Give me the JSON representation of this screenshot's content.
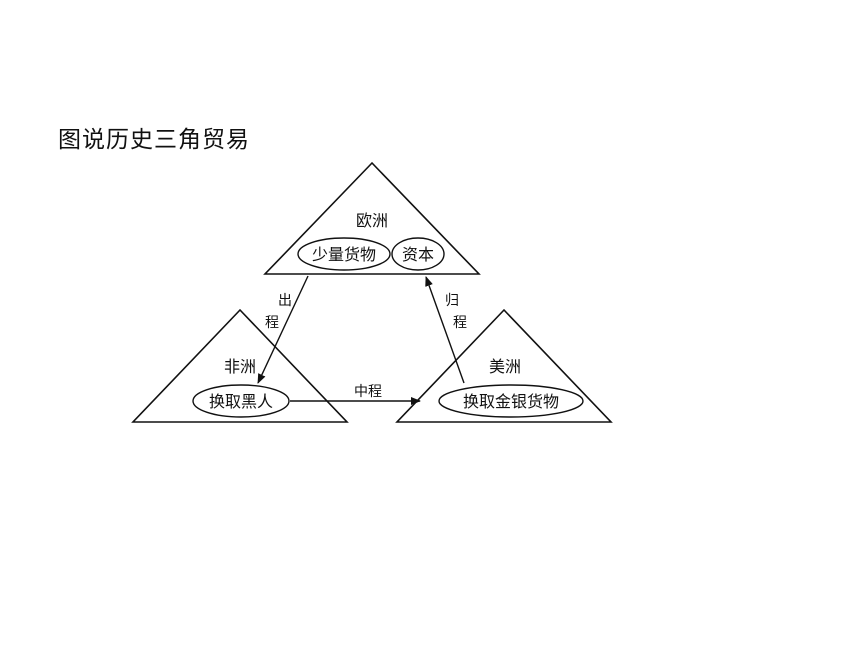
{
  "title": "图说历史三角贸易",
  "europe": {
    "name": "欧洲",
    "goods": "少量货物",
    "capital": "资本"
  },
  "africa": {
    "name": "非洲",
    "item": "换取黑人"
  },
  "america": {
    "name": "美洲",
    "item": "换取金银货物"
  },
  "routes": {
    "outbound_1": "出",
    "outbound_2": "程",
    "middle": "中程",
    "return_1": "归",
    "return_2": "程"
  },
  "colors": {
    "stroke": "#111111",
    "background": "#ffffff"
  }
}
